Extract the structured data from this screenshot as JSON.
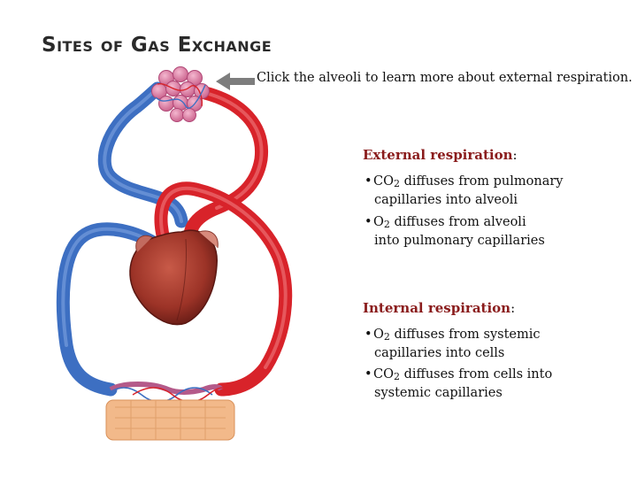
{
  "title": "Sites of Gas Exchange",
  "hint": "Click the alveoli to learn more about external respiration.",
  "external": {
    "heading": "External respiration",
    "bullets": [
      {
        "gas": "CO",
        "sub": "2",
        "line1": " diffuses from pulmonary",
        "line2": "capillaries into alveoli"
      },
      {
        "gas": "O",
        "sub": "2",
        "line1": "  diffuses from alveoli",
        "line2": "into pulmonary capillaries"
      }
    ]
  },
  "internal": {
    "heading": "Internal respiration",
    "bullets": [
      {
        "gas": "O",
        "sub": "2",
        "line1": " diffuses from systemic",
        "line2": "capillaries into cells"
      },
      {
        "gas": "CO",
        "sub": "2",
        "line1": " diffuses from cells into",
        "line2": "systemic capillaries"
      }
    ]
  },
  "colors": {
    "oxygenated": "#d8232a",
    "deoxygenated": "#3d6fc2",
    "heart": "#a23a2e",
    "tissue": "#f2b98a",
    "heading": "#8a1c1c",
    "arrow": "#7d7d7d"
  }
}
